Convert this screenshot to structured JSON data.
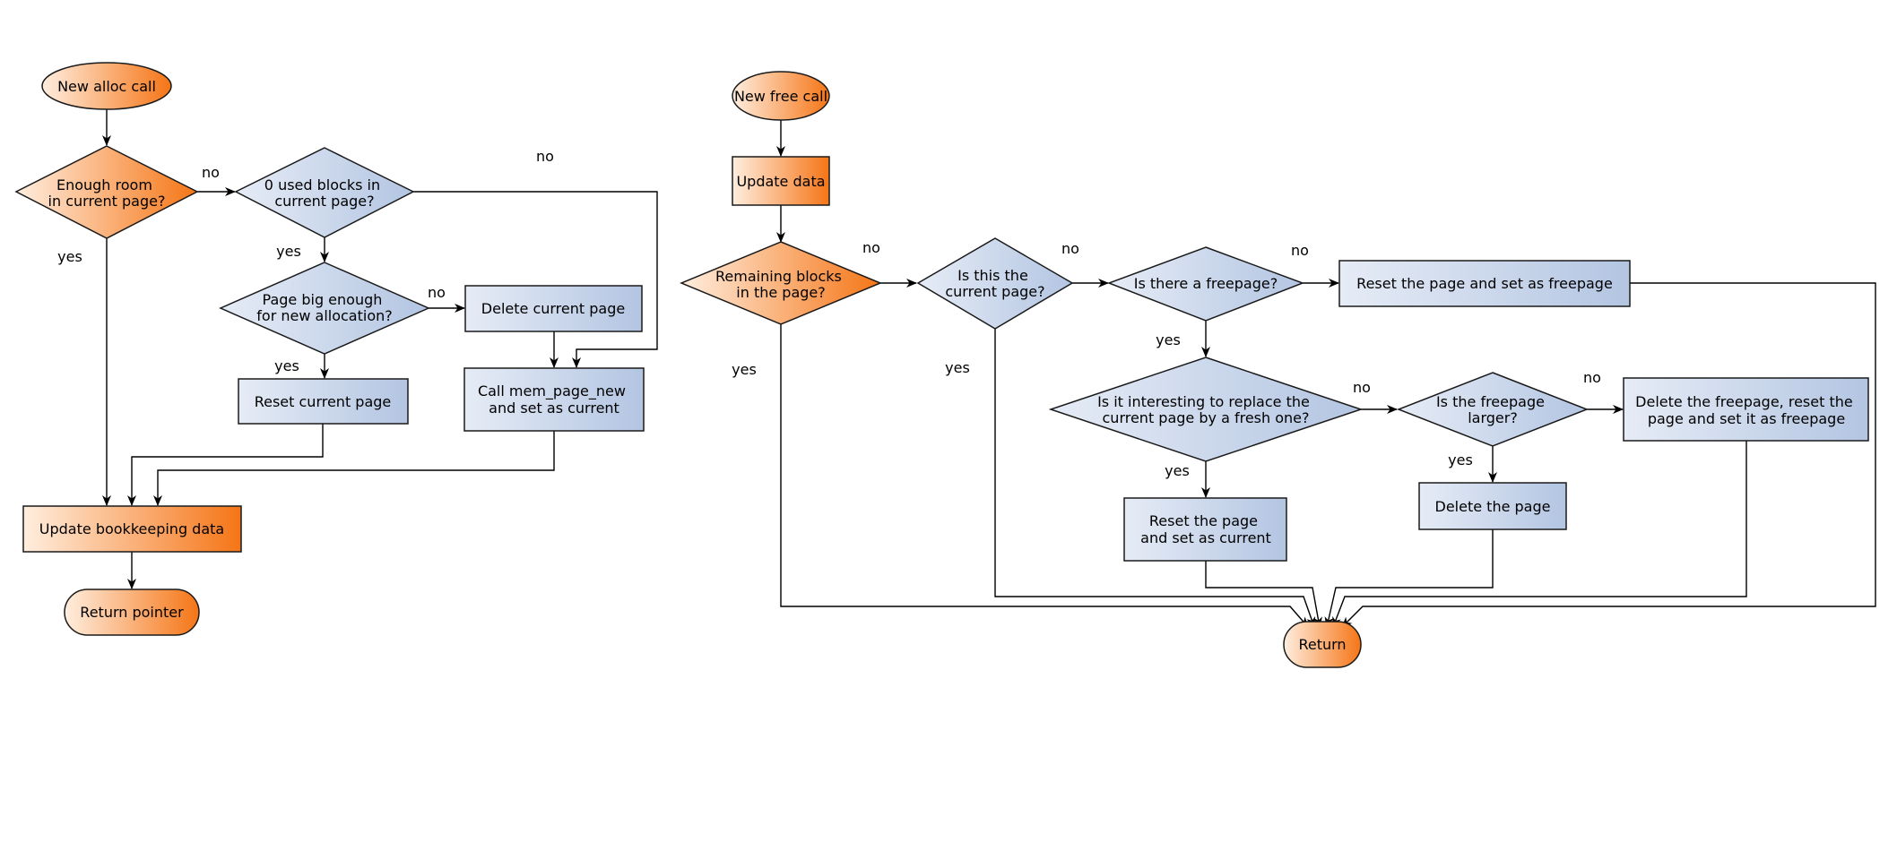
{
  "colors": {
    "orange_light": "#ffeedf",
    "orange_dark": "#f57516",
    "blue_light": "#e6ecf6",
    "blue_dark": "#b3c5e2",
    "stroke": "#1a1a1a",
    "edge": "#000000"
  },
  "alloc": {
    "start": [
      "New alloc call"
    ],
    "enough_room": [
      "Enough room",
      "in current page?"
    ],
    "zero_used": [
      "0 used blocks in",
      "current page?"
    ],
    "page_big": [
      "Page big enough",
      "for new allocation?"
    ],
    "delete_current": [
      "Delete current page"
    ],
    "call_new": [
      "Call mem_page_new",
      "and set as current"
    ],
    "reset_current": [
      "Reset current page"
    ],
    "update_bookkeeping": [
      "Update bookkeeping data"
    ],
    "return_pointer": [
      "Return pointer"
    ],
    "labels": {
      "enough_room_no": "no",
      "enough_room_yes": "yes",
      "zero_used_no": "no",
      "zero_used_yes": "yes",
      "page_big_no": "no",
      "page_big_yes": "yes"
    }
  },
  "free": {
    "start": [
      "New free call"
    ],
    "update_data": [
      "Update data"
    ],
    "remaining": [
      "Remaining blocks",
      "in the page?"
    ],
    "is_current": [
      "Is this the",
      "current page?"
    ],
    "is_freepage": [
      "Is there a freepage?"
    ],
    "reset_freepage": [
      "Reset the page and set as freepage"
    ],
    "interesting": [
      "Is it interesting to replace the",
      "current page by a fresh one?"
    ],
    "freepage_larger": [
      "Is the freepage",
      "larger?"
    ],
    "delete_freepage": [
      "Delete the freepage, reset the",
      "page and set it as freepage"
    ],
    "reset_as_current": [
      "Reset the page",
      "and set as current"
    ],
    "delete_page": [
      "Delete the page"
    ],
    "return": [
      "Return"
    ],
    "labels": {
      "remaining_no": "no",
      "remaining_yes": "yes",
      "is_current_no": "no",
      "is_current_yes": "yes",
      "is_freepage_no": "no",
      "is_freepage_yes": "yes",
      "interesting_no": "no",
      "interesting_yes": "yes",
      "larger_no": "no",
      "larger_yes": "yes"
    }
  }
}
